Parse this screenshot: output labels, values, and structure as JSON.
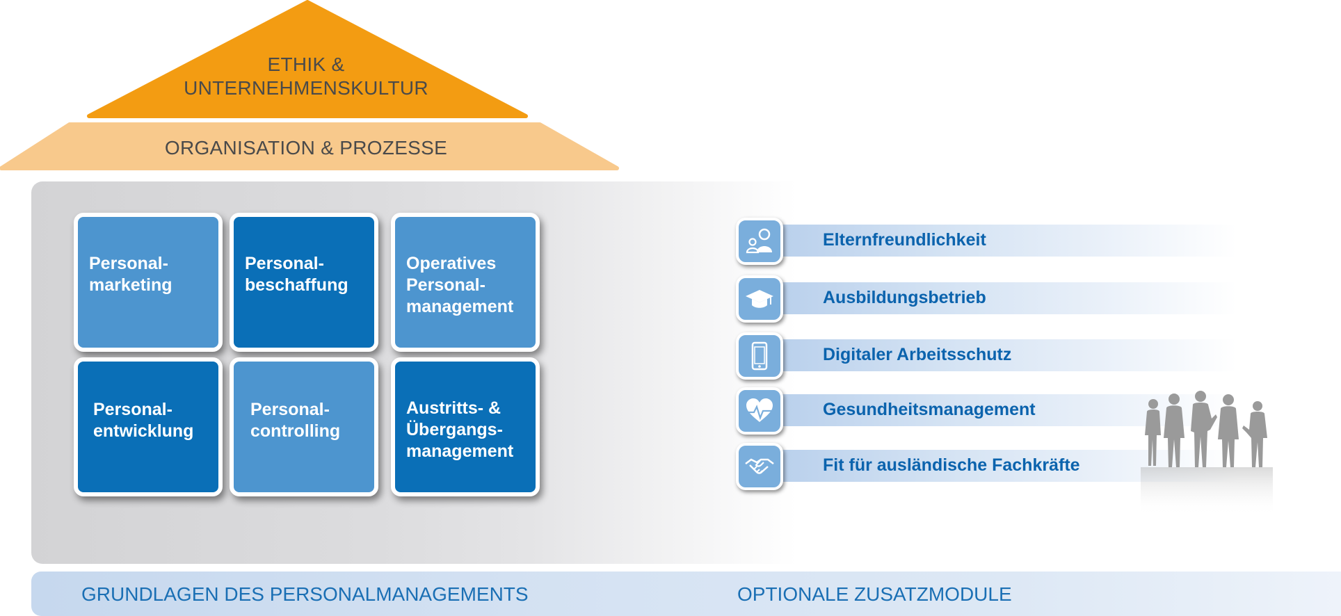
{
  "roof": {
    "top_line1": "ETHIK &",
    "top_line2": "UNTERNEHMENSKULTUR",
    "bottom": "ORGANISATION & PROZESSE",
    "top_color": "#f39c12",
    "bottom_color": "#f8c98c"
  },
  "foundation_modules": [
    {
      "label": "Personal-\nmarketing",
      "shade": "light"
    },
    {
      "label": "Personal-\nbeschaffung",
      "shade": "dark"
    },
    {
      "label": "Operatives\nPersonal-\nmanagement",
      "shade": "light"
    },
    {
      "label": "Personal-\nentwicklung",
      "shade": "dark"
    },
    {
      "label": "Personal-\ncontrolling",
      "shade": "light"
    },
    {
      "label": "Austritts- &\nÜbergangs-\nmanagement",
      "shade": "dark"
    }
  ],
  "optional_modules": [
    {
      "label": "Elternfreundlichkeit",
      "icon": "family-icon"
    },
    {
      "label": "Ausbildungsbetrieb",
      "icon": "graduation-cap-icon"
    },
    {
      "label": "Digitaler Arbeitsschutz",
      "icon": "smartphone-icon"
    },
    {
      "label": "Gesundheitsmanagement",
      "icon": "heart-pulse-icon"
    },
    {
      "label": "Fit für ausländische Fachkräfte",
      "icon": "handshake-icon"
    }
  ],
  "footer": {
    "left": "GRUNDLAGEN DES PERSONALMANAGEMENTS",
    "right": "OPTIONALE ZUSATZMODULE"
  },
  "colors": {
    "tile_light": "#4d95cf",
    "tile_dark": "#0a6fb7",
    "module_text": "#0b63ad",
    "footer_text": "#1a6fb4"
  }
}
